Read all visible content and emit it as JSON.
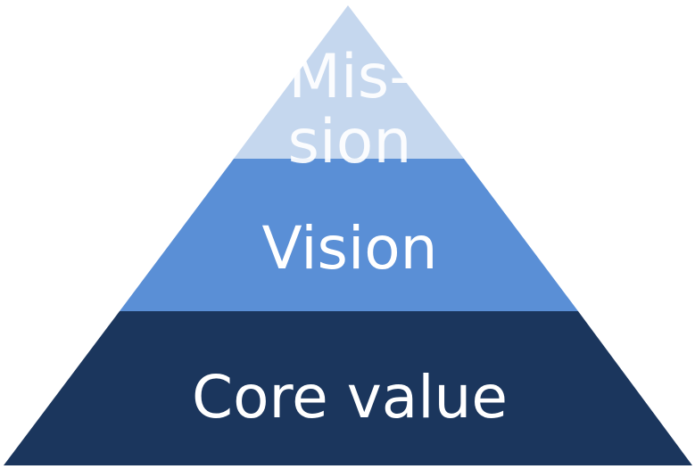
{
  "pyramid": {
    "tiers": [
      {
        "label_line1": "Mis-",
        "label_line2": "sion",
        "color": "#c5d7ee"
      },
      {
        "label": "Vision",
        "color": "#5a8fd6"
      },
      {
        "label": "Core value",
        "color": "#1b365d"
      }
    ]
  }
}
